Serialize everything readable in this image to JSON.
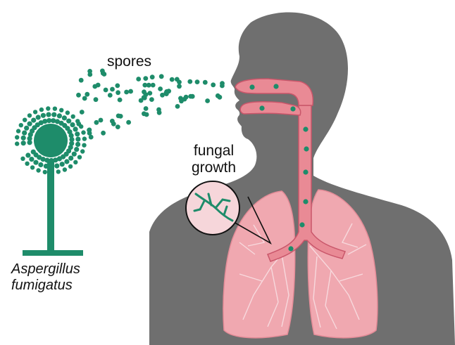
{
  "labels": {
    "spores": "spores",
    "growth_line1": "fungal",
    "growth_line2": "growth",
    "species_line1": "Aspergillus",
    "species_line2": "fumigatus"
  },
  "colors": {
    "fungus": "#1e8c6a",
    "silhouette": "#6f6f6f",
    "lung": "#f0a8b0",
    "airway": "#e98a95",
    "airway_dark": "#c9566a",
    "magnifier_fill": "#f6d6da"
  }
}
